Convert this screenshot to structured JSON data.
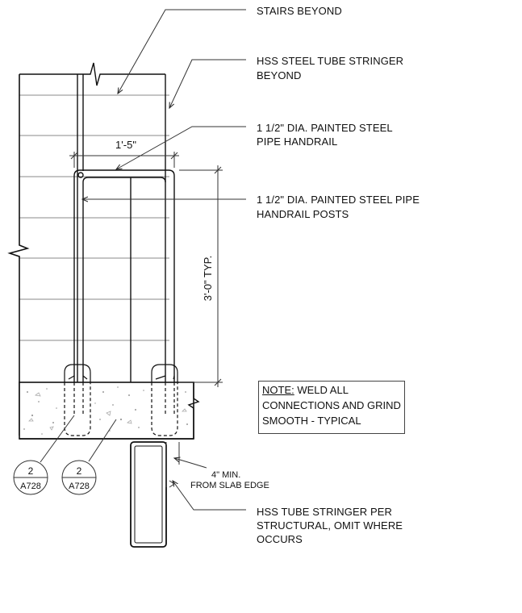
{
  "labels": {
    "stairs_beyond": "STAIRS BEYOND",
    "hss_stringer_beyond_1": "HSS STEEL TUBE STRINGER",
    "hss_stringer_beyond_2": "BEYOND",
    "handrail_1": "1 1/2\" DIA. PAINTED STEEL",
    "handrail_2": "PIPE HANDRAIL",
    "posts_1": "1 1/2\" DIA. PAINTED STEEL PIPE",
    "posts_2": "HANDRAIL POSTS",
    "stringer_per_1": "HSS TUBE STRINGER PER",
    "stringer_per_2": "STRUCTURAL, OMIT WHERE",
    "stringer_per_3": "OCCURS",
    "min_edge_1": "4\" MIN.",
    "min_edge_2": "FROM SLAB EDGE"
  },
  "dimensions": {
    "width": "1'-5\"",
    "height": "3'-0\" TYP."
  },
  "note": {
    "heading": "NOTE:",
    "line1_rest": " WELD ALL",
    "line2": "CONNECTIONS AND GRIND",
    "line3": "SMOOTH - TYPICAL"
  },
  "detail_tags": [
    {
      "number": "2",
      "sheet": "A728"
    },
    {
      "number": "2",
      "sheet": "A728"
    }
  ]
}
